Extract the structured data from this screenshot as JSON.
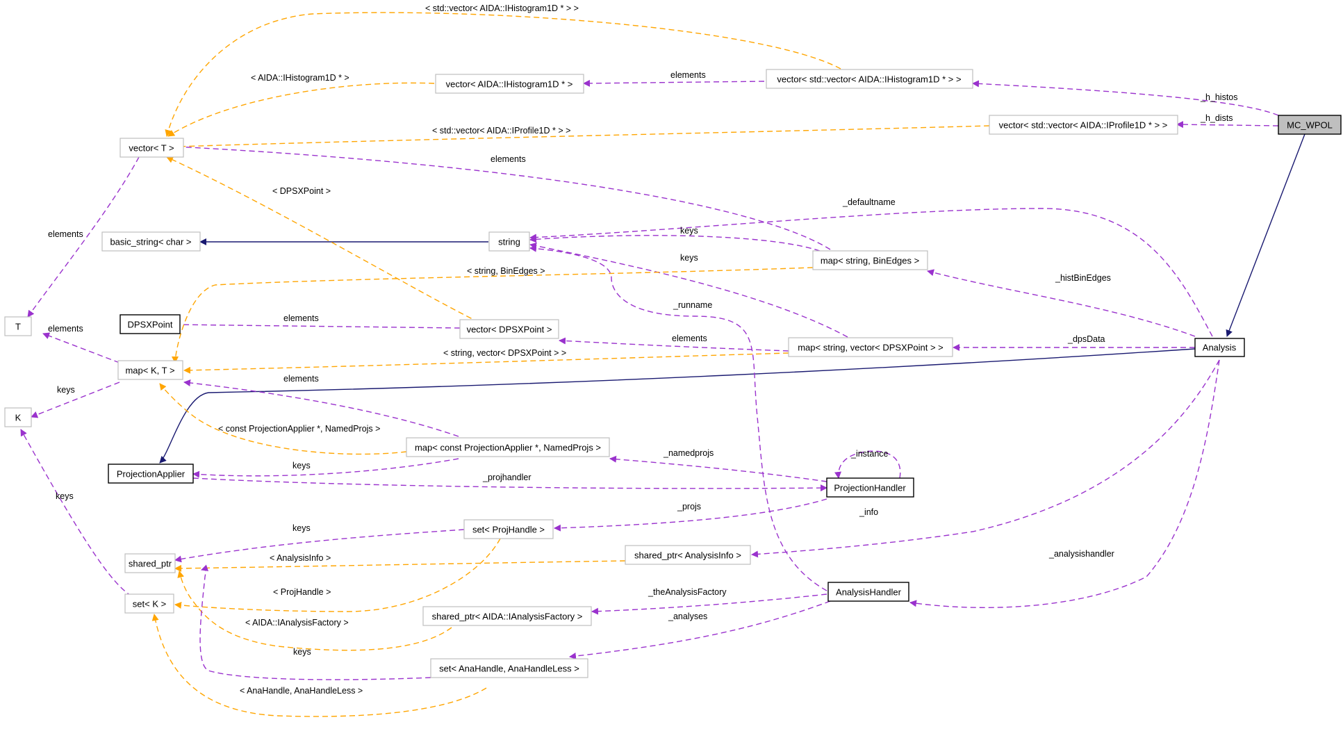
{
  "colors": {
    "usage": "#9a32cd",
    "template": "#ffa500",
    "inheritance": "#191970",
    "highlight_fill": "#bfbfbf",
    "normal_border": "#bfbfbf",
    "strong_border": "#000000"
  },
  "nodes": {
    "mc_wpol": "MC_WPOL",
    "analysis": "Analysis",
    "vec_vec_histo": "vector< std::vector< AIDA::IHistogram1D * > >",
    "vec_vec_prof": "vector< std::vector< AIDA::IProfile1D * > >",
    "vec_histo": "vector< AIDA::IHistogram1D * >",
    "vector_t": "vector< T >",
    "basic_string": "basic_string< char >",
    "string": "string",
    "map_string_binedges": "map< string, BinEdges >",
    "t": "T",
    "dpsxpoint": "DPSXPoint",
    "vector_dpsxpoint": "vector< DPSXPoint >",
    "map_string_vec_dps": "map< string, vector< DPSXPoint > >",
    "map_kt": "map< K, T >",
    "k": "K",
    "map_projapplier": "map< const ProjectionApplier *, NamedProjs >",
    "projection_applier": "ProjectionApplier",
    "projection_handler": "ProjectionHandler",
    "set_projhandle": "set< ProjHandle >",
    "shared_ptr": "shared_ptr",
    "shared_ptr_info": "shared_ptr< AnalysisInfo >",
    "analysis_handler": "AnalysisHandler",
    "set_k": "set< K >",
    "shared_ptr_factory": "shared_ptr< AIDA::IAnalysisFactory >",
    "set_anahandle": "set< AnaHandle, AnaHandleLess >"
  },
  "labels": {
    "h_histos": "_h_histos",
    "h_dists": "_h_dists",
    "elements_vvh": "elements",
    "tpl_vec_vec_histo": "< std::vector< AIDA::IHistogram1D * > >",
    "tpl_vec_histo": "< AIDA::IHistogram1D * >",
    "tpl_vec_vec_prof": "< std::vector< AIDA::IProfile1D * > >",
    "elements_mapbin": "elements",
    "tpl_dpsxpoint": "< DPSXPoint >",
    "elements_vector_t": "elements",
    "defaultname": "_defaultname",
    "keys_mapbin": "keys",
    "keys_mapdps": "keys",
    "tpl_string_binedges": "< string, BinEdges >",
    "histbinedges": "_histBinEdges",
    "runname": "_runname",
    "elements_dpsx": "elements",
    "elements_mapdps": "elements",
    "dpsdata": "_dpsData",
    "elements_map_t": "elements",
    "tpl_string_vec_dps": "< string, vector< DPSXPoint > >",
    "elements_mapproj": "elements",
    "keys_map_k": "keys",
    "tpl_const_projapplier": "< const ProjectionApplier *, NamedProjs >",
    "keys_mapproj": "keys",
    "namedprojs": "_namedprojs",
    "instance": "_instance",
    "projhandler": "_projhandler",
    "keys_set_k": "keys",
    "projs": "_projs",
    "keys_set_projhandle": "keys",
    "info": "_info",
    "tpl_analysisinfo": "< AnalysisInfo >",
    "analysishandler": "_analysishandler",
    "tpl_projhandle": "< ProjHandle >",
    "theanalysisfactory": "_theAnalysisFactory",
    "analyses": "_analyses",
    "tpl_iaanalysisfactory": "< AIDA::IAnalysisFactory >",
    "keys_set_anahandle": "keys",
    "tpl_anahandle": "< AnaHandle, AnaHandleLess >"
  }
}
